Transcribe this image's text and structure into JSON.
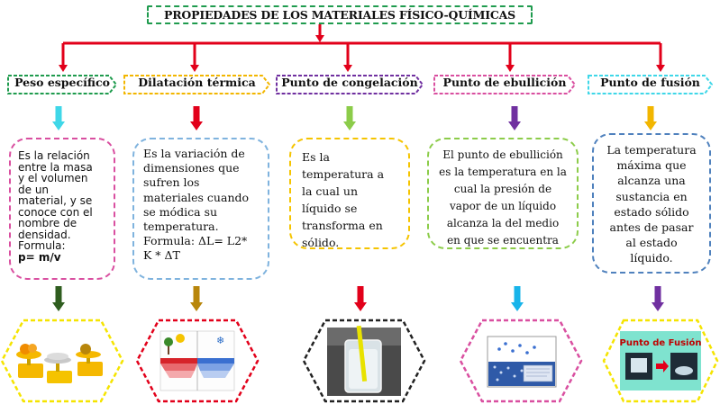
{
  "title": "PROPIEDADES DE LOS MATERIALES FÍSICO-QUÍMICAS",
  "colors": {
    "connector": "#e2001a",
    "title_border": "#1f9b4e"
  },
  "properties": [
    {
      "label": "Peso específico",
      "tag_border": "#1f9b4e",
      "tag_fill": "#ffffff",
      "arrow1": "#3fd7e8",
      "box_border": "#d94fa0",
      "text_lines": [
        "Es la relación",
        "entre la masa",
        "y el volumen",
        "de un",
        "material, y se",
        "conoce con el",
        "nombre de",
        "densidad.",
        "Formula:"
      ],
      "formula": "p= m/v",
      "arrow2": "#2f5d1f",
      "hex_border": "#f5e400",
      "icon": "balance-scales-icon"
    },
    {
      "label": "Dilatación térmica",
      "tag_border": "#f2b600",
      "tag_fill": "#ffffff",
      "arrow1": "#e2001a",
      "box_border": "#7fb3de",
      "text_lines": [
        "Es la variación de",
        "dimensiones que",
        "sufren los",
        "materiales cuando",
        "se módica su",
        "temperatura.",
        "Formula: ΔL= L2*",
        "K * ΔT"
      ],
      "arrow2": "#b8860b",
      "hex_border": "#e2001a",
      "icon": "thermal-expansion-icon"
    },
    {
      "label": "Punto de congelación",
      "tag_border": "#7030a0",
      "tag_fill": "#ffffff",
      "arrow1": "#8ccc4a",
      "box_border": "#f5c400",
      "text_lines": [
        "Es la",
        "temperatura a",
        "la cual un",
        "líquido se",
        "transforma en",
        "sólido."
      ],
      "arrow2": "#e2001a",
      "hex_border": "#222222",
      "icon": "ice-glass-icon"
    },
    {
      "label": "Punto de ebullición",
      "tag_border": "#d94fa0",
      "tag_fill": "#ffffff",
      "arrow1": "#7030a0",
      "box_border": "#8ccc4a",
      "text_lines": [
        "El punto de ebullición",
        "es la temperatura en la",
        "cual la presión de",
        "vapor de un líquido",
        "alcanza la del medio",
        "en que se  encuentra"
      ],
      "arrow2": "#18b4ea",
      "hex_border": "#d94fa0",
      "icon": "boiling-beaker-icon"
    },
    {
      "label": "Punto de fusión",
      "tag_border": "#3fd7e8",
      "tag_fill": "#ffffff",
      "arrow1": "#f2b600",
      "box_border": "#4f81bd",
      "text_lines": [
        "La temperatura",
        "máxima que",
        "alcanza una",
        "sustancia en",
        "estado sólido",
        "antes de pasar",
        "al  estado",
        "líquido."
      ],
      "arrow2": "#7030a0",
      "hex_border": "#f5e400",
      "icon": "melting-point-icon",
      "image_caption": "Punto de Fusión"
    }
  ]
}
